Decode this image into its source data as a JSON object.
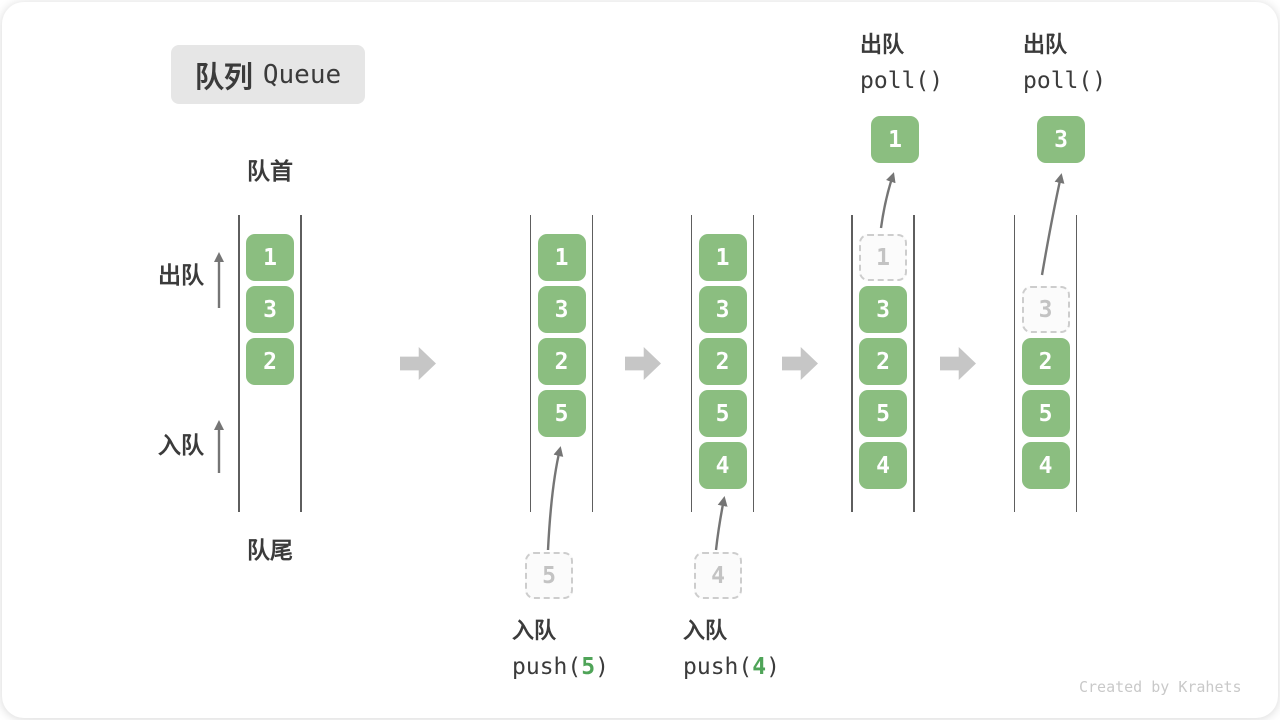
{
  "title": {
    "zh": "队列",
    "en": "Queue"
  },
  "labels": {
    "front": "队首",
    "rear": "队尾",
    "dequeue_side": "出队",
    "enqueue_side": "入队"
  },
  "annotations": {
    "push": [
      {
        "zh": "入队",
        "code_prefix": "push(",
        "arg": "5",
        "code_suffix": ")"
      },
      {
        "zh": "入队",
        "code_prefix": "push(",
        "arg": "4",
        "code_suffix": ")"
      }
    ],
    "poll": [
      {
        "zh": "出队",
        "code": "poll()"
      },
      {
        "zh": "出队",
        "code": "poll()"
      }
    ]
  },
  "queue": {
    "states": [
      {
        "slots": [
          {
            "v": "1",
            "t": "solid"
          },
          {
            "v": "3",
            "t": "solid"
          },
          {
            "v": "2",
            "t": "solid"
          },
          {
            "t": "empty"
          },
          {
            "t": "empty"
          }
        ]
      },
      {
        "slots": [
          {
            "v": "1",
            "t": "solid"
          },
          {
            "v": "3",
            "t": "solid"
          },
          {
            "v": "2",
            "t": "solid"
          },
          {
            "v": "5",
            "t": "solid"
          },
          {
            "t": "empty"
          }
        ],
        "incoming": "5"
      },
      {
        "slots": [
          {
            "v": "1",
            "t": "solid"
          },
          {
            "v": "3",
            "t": "solid"
          },
          {
            "v": "2",
            "t": "solid"
          },
          {
            "v": "5",
            "t": "solid"
          },
          {
            "v": "4",
            "t": "solid"
          }
        ],
        "incoming": "4"
      },
      {
        "slots": [
          {
            "v": "1",
            "t": "dashed"
          },
          {
            "v": "3",
            "t": "solid"
          },
          {
            "v": "2",
            "t": "solid"
          },
          {
            "v": "5",
            "t": "solid"
          },
          {
            "v": "4",
            "t": "solid"
          }
        ],
        "outgoing": "1"
      },
      {
        "slots": [
          {
            "t": "empty"
          },
          {
            "v": "3",
            "t": "dashed"
          },
          {
            "v": "2",
            "t": "solid"
          },
          {
            "v": "5",
            "t": "solid"
          },
          {
            "v": "4",
            "t": "solid"
          }
        ],
        "outgoing": "3"
      }
    ]
  },
  "watermark": "Created by Krahets",
  "colors": {
    "box_green": "#8bbe80",
    "arg_green": "#4fa458",
    "block_arrow": "#c6c6c6",
    "dashed_border": "#cdcdcd",
    "dashed_text": "#c3c3c3",
    "wall": "#5e5e5e",
    "thin_arrow": "#757575",
    "text_dark": "#3b3b3b",
    "badge_bg": "#e6e6e6",
    "watermark_gray": "#c9c9c9"
  }
}
